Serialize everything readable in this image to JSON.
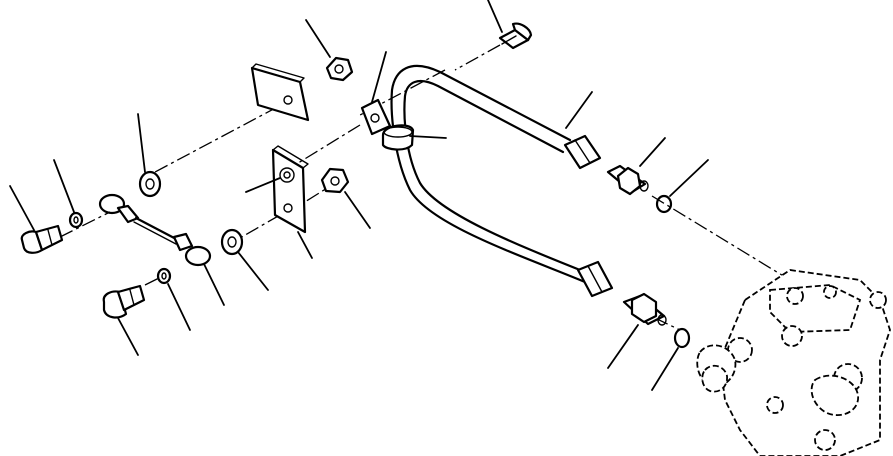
{
  "diagram": {
    "kind": "exploded-parts-view",
    "leaders": [
      "leader-bolt-top",
      "leader-nut-top",
      "leader-clamp-top",
      "leader-tube-upper",
      "leader-clamp-side",
      "leader-elbow-fitting",
      "leader-oring-upper",
      "leader-spacer-upper",
      "leader-bolt-left-upper",
      "leader-washer-left-upper",
      "leader-bracket",
      "leader-nut-bracket",
      "leader-spacer-lower",
      "leader-cable-ring",
      "leader-bolt-left-lower",
      "leader-washer-left-lower",
      "leader-straight-fitting",
      "leader-oring-lower"
    ]
  }
}
